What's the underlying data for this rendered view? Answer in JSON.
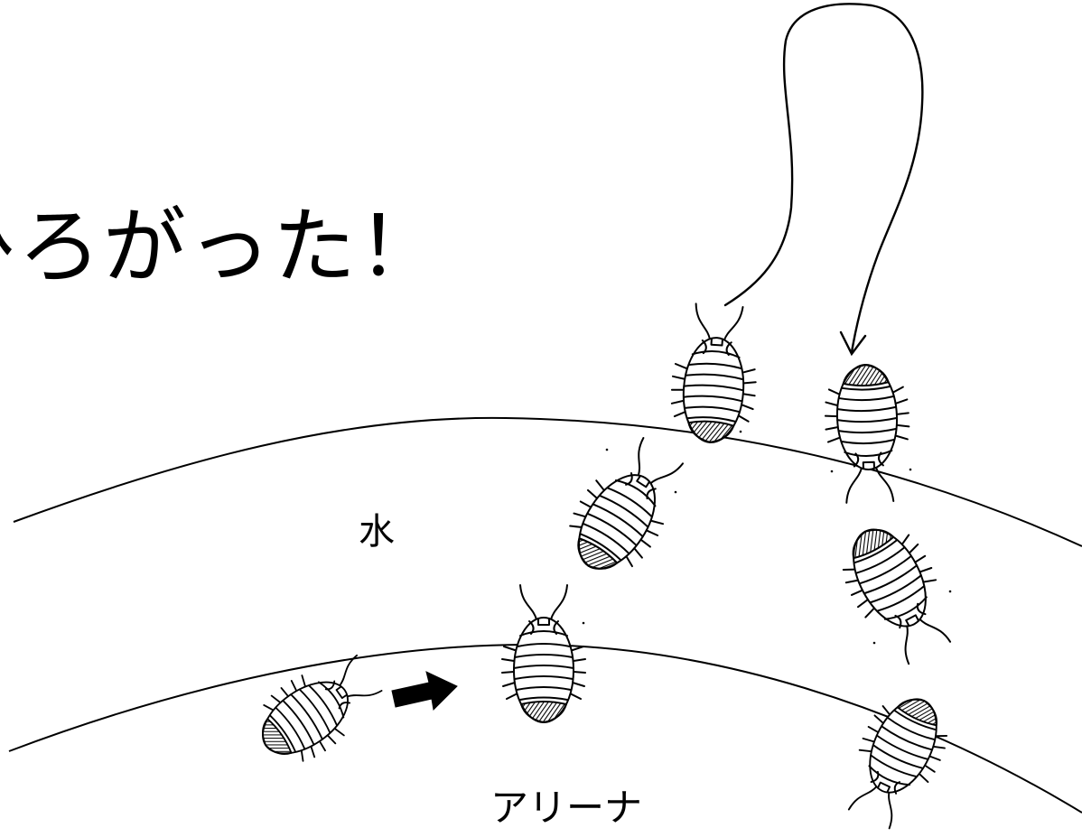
{
  "title": "ひろがった！",
  "labels": {
    "water": "水",
    "arena": "アリーナ"
  },
  "colors": {
    "ink": "#000000",
    "background": "#ffffff"
  },
  "icons": {
    "creature": "pill-bug",
    "move_arrow": "right-arrow-icon",
    "loop_arrow": "curved-arrow-icon"
  }
}
